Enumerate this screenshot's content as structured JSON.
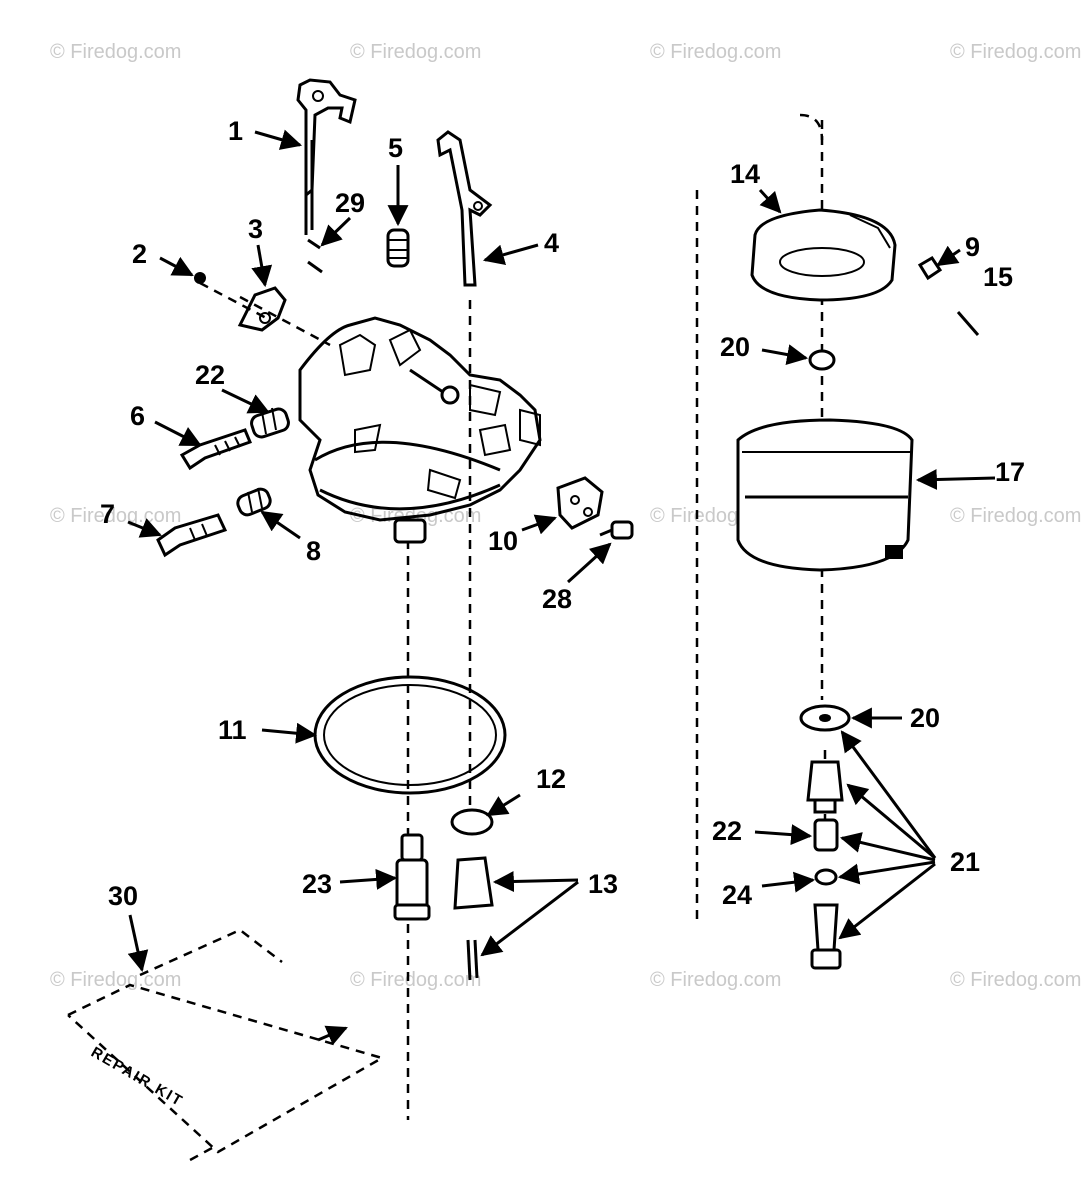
{
  "watermark": "© Firedog.com",
  "repair_kit_label": "REPAIR KIT",
  "callouts": {
    "p1": "1",
    "p2": "2",
    "p3": "3",
    "p4": "4",
    "p5": "5",
    "p6": "6",
    "p7": "7",
    "p8": "8",
    "p9": "9",
    "p10": "10",
    "p11": "11",
    "p12": "12",
    "p13": "13",
    "p14": "14",
    "p15": "15",
    "p17": "17",
    "p20a": "20",
    "p20b": "20",
    "p21": "21",
    "p22a": "22",
    "p22b": "22",
    "p23": "23",
    "p24": "24",
    "p28": "28",
    "p29": "29",
    "p30": "30"
  },
  "colors": {
    "ink": "#000000",
    "watermark": "#c9c9c9",
    "paper": "#ffffff"
  }
}
